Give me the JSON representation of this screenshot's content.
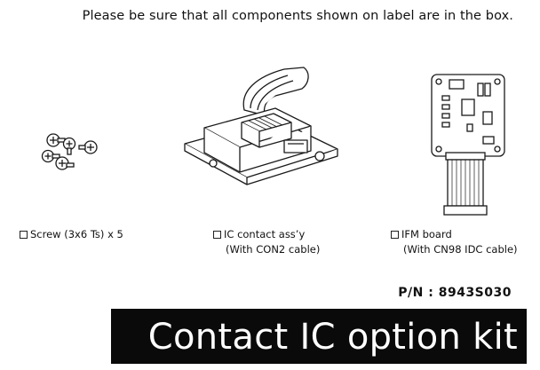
{
  "notice": "Please be sure that all components shown on label are in the box.",
  "components": [
    {
      "label": "Screw (3x6 Ts) x 5",
      "sub": ""
    },
    {
      "label": "IC contact  ass’y",
      "sub": "(With CON2 cable)"
    },
    {
      "label": "IFM board",
      "sub": "(With CN98 IDC cable)"
    }
  ],
  "part_number": "P/N : 8943S030",
  "title": "Contact IC option kit",
  "colors": {
    "banner_bg": "#0a0a0a",
    "banner_text": "#ffffff",
    "line": "#1a1a1a"
  },
  "icons": [
    "screw-icon",
    "ic-contact-assembly-illustration",
    "ifm-board-illustration",
    "checkbox-icon"
  ]
}
